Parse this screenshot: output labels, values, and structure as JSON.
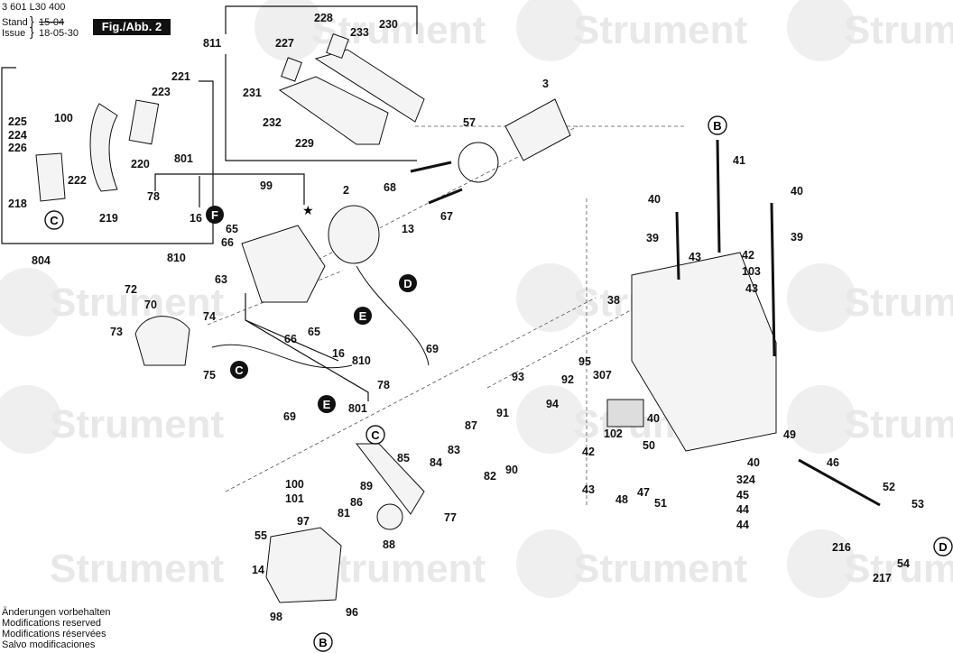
{
  "header": {
    "doc_number": "3 601 L30 400",
    "stand_label": "Stand",
    "issue_label": "Issue",
    "stand_date": "15-04",
    "issue_date": "18-05-30",
    "figure_label": "Fig./Abb. 2"
  },
  "footer": {
    "notes": [
      "Änderungen vorbehalten",
      "Modifications reserved",
      "Modifications réservées",
      "Salvo modificaciones"
    ]
  },
  "watermark": {
    "text": "Strument"
  },
  "callouts": {
    "B_top": "B",
    "B_bottom": "B",
    "C_left": "C",
    "C_mid": "C",
    "C_arm": "C",
    "D_wire": "D",
    "D_right": "D",
    "E_upper": "E",
    "E_lower": "E",
    "F": "F"
  },
  "labels": {
    "l811": "811",
    "l228": "228",
    "l230": "230",
    "l227": "227",
    "l233": "233",
    "l231": "231",
    "l232": "232",
    "l229": "229",
    "l221": "221",
    "l223": "223",
    "l225": "225",
    "l100a": "100",
    "l224": "224",
    "l226": "226",
    "l220": "220",
    "l222": "222",
    "l218": "218",
    "l219": "219",
    "l804": "804",
    "l801a": "801",
    "l78a": "78",
    "l16a": "16",
    "l99": "99",
    "l2": "2",
    "l68": "68",
    "l13": "13",
    "l67": "67",
    "l3": "3",
    "l57": "57",
    "l65a": "65",
    "l66a": "66",
    "l810a": "810",
    "l72": "72",
    "l70": "70",
    "l63": "63",
    "l74": "74",
    "l73": "73",
    "l75": "75",
    "l66b": "66",
    "l65b": "65",
    "l16b": "16",
    "l810b": "810",
    "l78b": "78",
    "l69a": "69",
    "l801b": "801",
    "l69b": "69",
    "l41": "41",
    "l40a": "40",
    "l40b": "40",
    "l39a": "39",
    "l39b": "39",
    "l43a": "43",
    "l42a": "42",
    "l103": "103",
    "l43b": "43",
    "l38": "38",
    "l93": "93",
    "l92": "92",
    "l95": "95",
    "l307": "307",
    "l94": "94",
    "l91": "91",
    "l102": "102",
    "l40c": "40",
    "l87": "87",
    "l83": "83",
    "l85": "85",
    "l84": "84",
    "l82": "82",
    "l90": "90",
    "l42b": "42",
    "l50": "50",
    "l43c": "43",
    "l48": "48",
    "l47": "47",
    "l51": "51",
    "l49": "49",
    "l40d": "40",
    "l46": "46",
    "l324": "324",
    "l45": "45",
    "l44a": "44",
    "l44b": "44",
    "l52": "52",
    "l53": "53",
    "l216": "216",
    "l54": "54",
    "l217": "217",
    "l100b": "100",
    "l101": "101",
    "l89": "89",
    "l86": "86",
    "l97": "97",
    "l81": "81",
    "l88": "88",
    "l77": "77",
    "l55": "55",
    "l14": "14",
    "l98": "98",
    "l96": "96"
  }
}
